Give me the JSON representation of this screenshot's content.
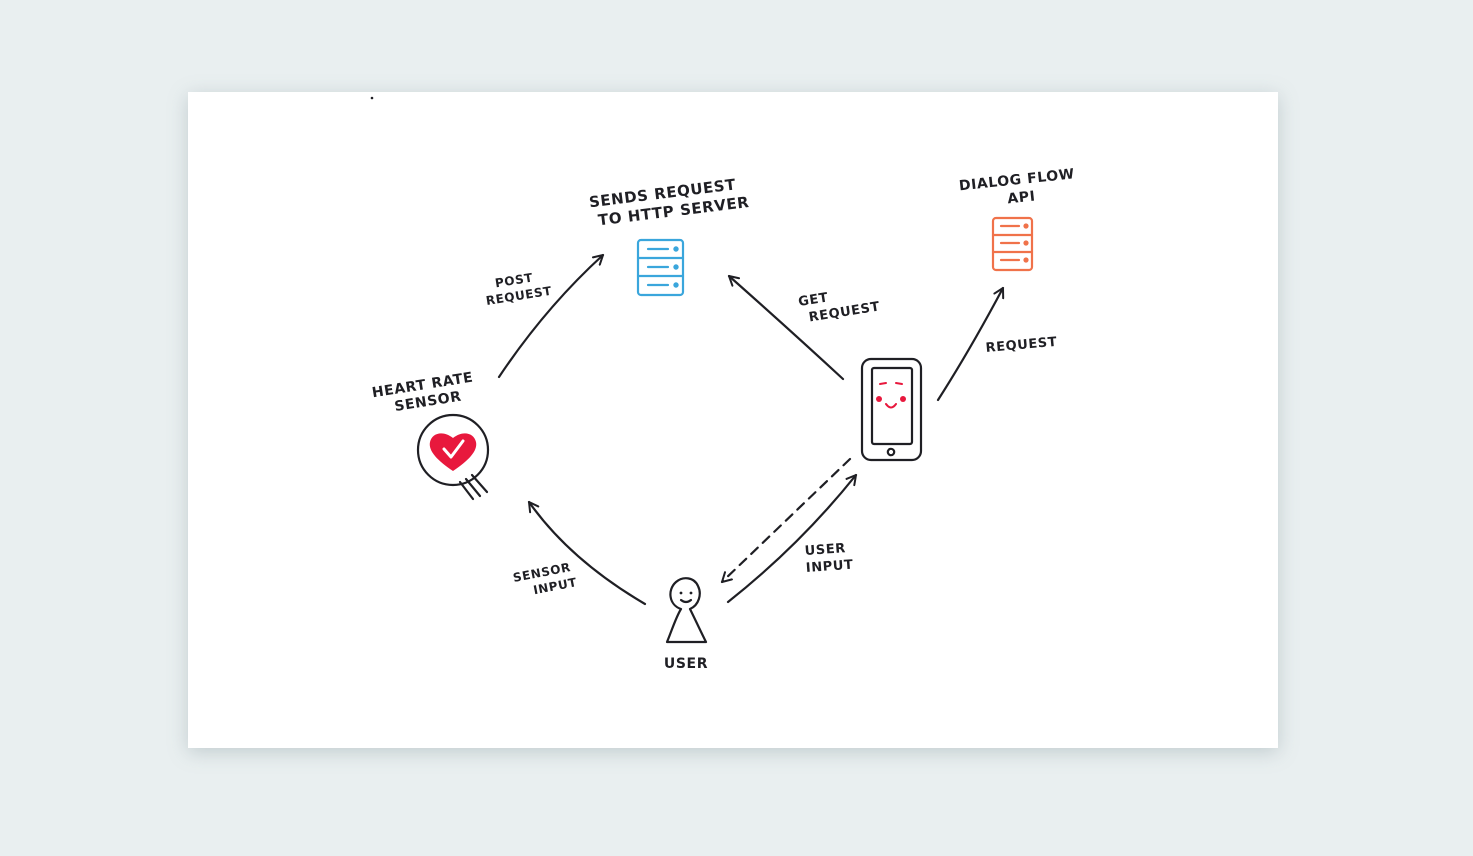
{
  "nodes": {
    "http_server": {
      "label_lines": [
        "SENDS REQUEST",
        "TO HTTP SERVER"
      ],
      "color": "#3aa6dc"
    },
    "dialogflow": {
      "label_lines": [
        "DIALOG FLOW",
        "API"
      ],
      "color": "#f0724a"
    },
    "sensor": {
      "label_lines": [
        "HEART RATE",
        "SENSOR"
      ],
      "heart_color": "#e8183d"
    },
    "phone": {
      "face_color": "#e8183d"
    },
    "user": {
      "label": "USER"
    }
  },
  "edges": {
    "post_request": {
      "label_lines": [
        "POST",
        "REQUEST"
      ]
    },
    "get_request": {
      "label_lines": [
        "GET",
        "REQUEST"
      ]
    },
    "request": {
      "label": "REQUEST"
    },
    "sensor_input": {
      "label_lines": [
        "SENSOR",
        "INPUT"
      ]
    },
    "user_input": {
      "label_lines": [
        "USER",
        "INPUT"
      ]
    }
  }
}
